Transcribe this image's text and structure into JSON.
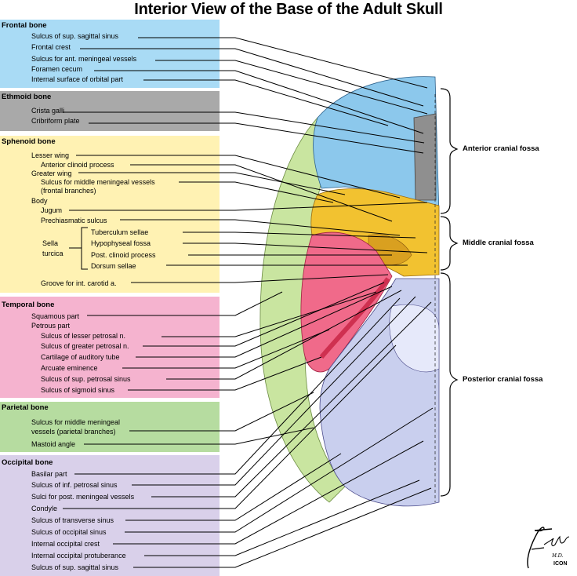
{
  "title": "Interior View of the Base of the Adult Skull",
  "colors": {
    "frontal": "#a9dbf5",
    "ethmoid": "#a9a9a9",
    "sphenoid": "#fff2b3",
    "temporal": "#f5b3cf",
    "parietal": "#b6dca0",
    "occipital": "#d9d0ea"
  },
  "groups": [
    {
      "header": "Frontal bone",
      "labels": [
        "Sulcus of sup. sagittal sinus",
        "Frontal crest",
        "Sulcus for ant. meningeal vessels",
        "Foramen cecum",
        "Internal surface of orbital part"
      ]
    },
    {
      "header": "Ethmoid bone",
      "labels": [
        "Crista galli",
        "Cribriform plate"
      ]
    },
    {
      "header": "Sphenoid bone",
      "labels": [
        "Lesser wing",
        "Anterior clinoid process",
        "Greater wing",
        "Sulcus for middle meningeal vessels",
        "(frontal branches)",
        "Body",
        "Jugum",
        "Prechiasmatic sulcus",
        "Sella",
        "turcica",
        "Tuberculum sellae",
        "Hypophyseal fossa",
        "Post. clinoid process",
        "Dorsum sellae",
        "Groove for int. carotid a."
      ]
    },
    {
      "header": "Temporal bone",
      "labels": [
        "Squamous part",
        "Petrous part",
        "Sulcus of lesser petrosal n.",
        "Sulcus of greater petrosal n.",
        "Cartilage of auditory tube",
        "Arcuate eminence",
        "Sulcus of sup. petrosal sinus",
        "Sulcus of sigmoid sinus"
      ]
    },
    {
      "header": "Parietal bone",
      "labels": [
        "Sulcus for middle meningeal",
        "vessels (parietal branches)",
        "Mastoid angle"
      ]
    },
    {
      "header": "Occipital bone",
      "labels": [
        "Basilar part",
        "Sulcus of inf. petrosal sinus",
        "Sulci for post. meningeal vessels",
        "Condyle",
        "Sulcus of transverse sinus",
        "Sulcus of occipital sinus",
        "Internal occipital crest",
        "Internal occipital protuberance",
        "Sulcus of sup. sagittal sinus"
      ]
    }
  ],
  "fossae": [
    "Anterior cranial fossa",
    "Middle cranial fossa",
    "Posterior cranial fossa"
  ],
  "signature": {
    "name": "F. Netter",
    "suffix": "M.D.",
    "mark": "ICON"
  }
}
